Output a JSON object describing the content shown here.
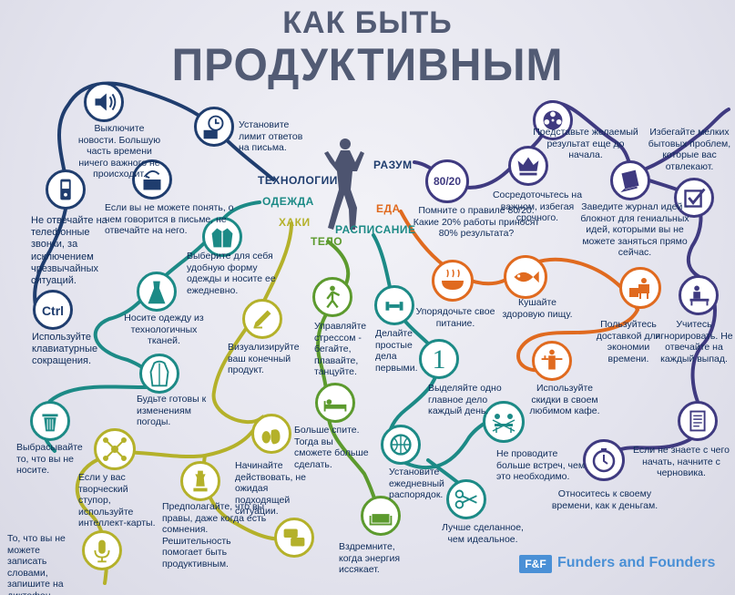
{
  "title": {
    "line1": "КАК БЫТЬ",
    "line2": "ПРОДУКТИВНЫМ"
  },
  "categories": {
    "technology": "ТЕХНОЛОГИИ",
    "clothes": "ОДЕЖДА",
    "hacks": "ХАКИ",
    "body": "ТЕЛО",
    "schedule": "РАСПИСАНИЕ",
    "food": "ЕДА",
    "mind": "РАЗУМ"
  },
  "colors": {
    "technology": "#1f3d6e",
    "clothes": "#1c8a86",
    "hacks": "#b4b12a",
    "body": "#5c9a2e",
    "schedule": "#1c8a86",
    "food": "#e06a1f",
    "mind": "#3f3a80"
  },
  "tips": {
    "news": "Выключите новости. Большую часть времени ничего важного не происходит.",
    "email_limit": "Установите лимит ответов на письма.",
    "email_doubt": "Если вы не можете понять, о чем говорится в письме, не отвечайте на него.",
    "phone": "Не отвечайте на телефонные звонки, за исключением чрезвычайных ситуаций.",
    "shortcuts": "Используйте клавиатурные сокращения.",
    "uniform": "Выберите для себя удобную форму одежды и носите ее ежедневно.",
    "tech_fabric": "Носите одежду из технологичных тканей.",
    "weather": "Будьте готовы к изменениям погоды.",
    "discard": "Выбрасывайте то, что вы не носите.",
    "visualize": "Визуализируйте ваш конечный продукт.",
    "act": "Начинайте действовать, не ожидая подходящей ситуации.",
    "mindmap": "Если у вас творческий ступор, используйте интеллект-карты.",
    "assume_right": "Предполагайте, что вы правы, даже когда есть сомнения. Решительность помогает быть продуктивным.",
    "dictaphone": "То, что вы не можете записать словами, запишите на диктофон.",
    "stress": "Управляйте стрессом - бегайте, плавайте, танцуйте.",
    "sleep": "Больше спите. Тогда вы сможете больше сделать.",
    "nap": "Вздремните, когда энергия иссякает.",
    "simple_first": "Делайте простые дела первыми.",
    "one_thing": "Выделяйте одно главное дело каждый день.",
    "routine": "Установите ежедневный распорядок.",
    "meetings": "Не проводите больше встреч, чем это необходимо.",
    "done_better": "Лучше сделанное, чем идеальное.",
    "rule8020": "Помните о правиле 80/20. Какие 20% работы приносят 80% результата?",
    "important": "Сосредоточьтесь на важном, избегая срочного.",
    "imagine": "Представьте желаемый результат еще до начала.",
    "small_problems": "Избегайте мелких бытовых проблем, которые вас отвлекают.",
    "journal": "Заведите журнал идей - блокнот для гениальных идей, которыми вы не можете заняться прямо сейчас.",
    "ignore": "Учитесь игнорировать. Не отвечайте на каждый выпад.",
    "draft": "Если не знаете с чего начать, начните с черновика.",
    "time_money": "Относитесь к своему времени, как к деньгам.",
    "nutrition": "Упорядочьте свое питание.",
    "healthy_food": "Кушайте здоровую пищу.",
    "delivery": "Пользуйтесь доставкой для экономии времени.",
    "discounts": "Используйте скидки в своем любимом кафе."
  },
  "icon_labels": {
    "ratio": "80/20",
    "number_one": "1",
    "ctrl": "Ctrl"
  },
  "icons": [
    "speaker-icon",
    "clock-envelope-icon",
    "reply-email-icon",
    "phone-icon",
    "ctrl-key-icon",
    "jacket-icon",
    "dress-icon",
    "raincoat-icon",
    "trash-icon",
    "pencil-icon",
    "chicken-egg-icon",
    "mindmap-icon",
    "chess-icon",
    "microphone-icon",
    "chat-icon",
    "dancer-icon",
    "bed-icon",
    "sofa-icon",
    "dumbbell-icon",
    "number-one-icon",
    "basketball-icon",
    "meeting-icon",
    "scissors-icon",
    "ratio-icon",
    "crown-icon",
    "film-reel-icon",
    "book-icon",
    "checkbox-icon",
    "desk-icon",
    "notepad-icon",
    "stopwatch-icon",
    "food-bowl-icon",
    "fish-icon",
    "delivery-icon",
    "waiter-icon"
  ],
  "brand": {
    "logo": "F&F",
    "name": "Funders and Founders"
  }
}
